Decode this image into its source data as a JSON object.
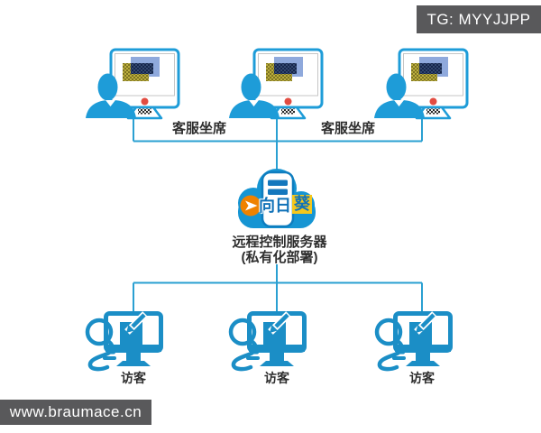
{
  "badges": {
    "telegram": "TG: MYYJJPP",
    "website": "www.braumace.cn"
  },
  "top_row": {
    "node_count": 3,
    "labels": [
      "客服坐席",
      "客服坐席"
    ]
  },
  "server": {
    "brand_name": "向日葵",
    "brand_primary": "向日",
    "brand_highlight": "葵",
    "title": "远程控制服务器",
    "subtitle": "(私有化部署)"
  },
  "bottom_row": {
    "node_count": 3,
    "labels": [
      "访客",
      "访客",
      "访客"
    ]
  },
  "colors": {
    "primary_blue": "#1E9CD8",
    "deep_blue": "#1B8EC6",
    "line_blue": "#2AA0D2",
    "cloud_blue": "#1695D3",
    "server_bar_blue": "#1477BD",
    "brand_text_blue": "#1072B8",
    "brand_yellow": "#F6C71B",
    "brand_orange": "#EF8200",
    "alert_red": "#E24C41",
    "badge_gray": "#59595B"
  }
}
